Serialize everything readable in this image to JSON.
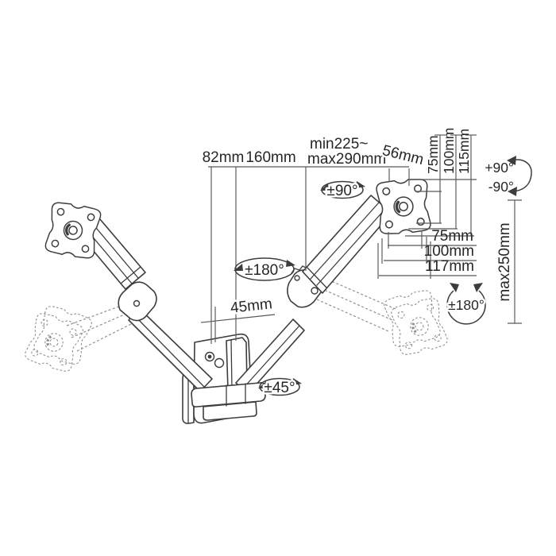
{
  "title": "Dual monitor arm wall mount dimensional diagram",
  "colors": {
    "background": "#ffffff",
    "line_art": "#3d3d3d",
    "dimension_lines": "#575757",
    "ghost_lines": "#8f8f8f",
    "text": "#262626"
  },
  "dimensions": {
    "wall_offset": "82mm",
    "lower_arm_reach": "160mm",
    "upper_arm_reach_min": "min225~",
    "upper_arm_reach_max": "max290mm",
    "head_depth": "56mm",
    "vesa_vertical_75": "75mm",
    "vesa_vertical_100": "100mm",
    "plate_height_115": "115mm",
    "vesa_horizontal_75": "75mm",
    "vesa_horizontal_100": "100mm",
    "plate_width_117": "117mm",
    "height_adjust_range": "max250mm",
    "base_pivot_offset": "45mm"
  },
  "angles": {
    "tilt_up": "+90°",
    "tilt_down": "-90°",
    "head_swivel": "±90°",
    "elbow_swivel": "±180°",
    "screen_rotation": "±180°",
    "base_swivel": "±45°"
  }
}
